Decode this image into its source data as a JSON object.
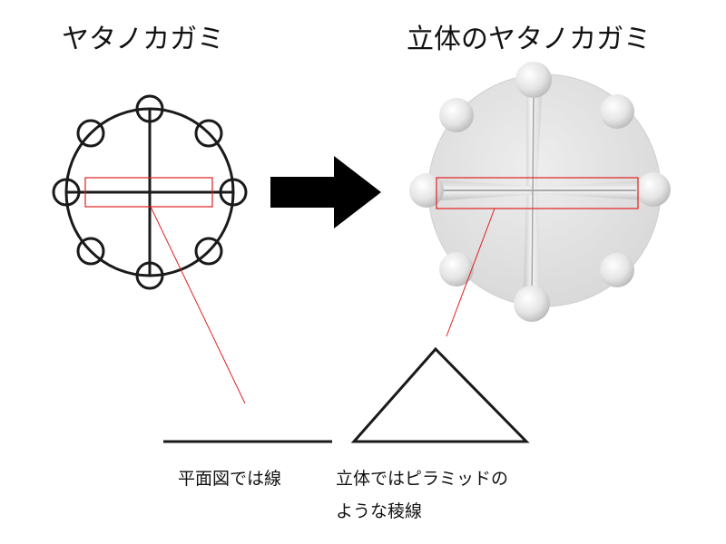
{
  "titles": {
    "left": "ヤタノカガミ",
    "right": "立体のヤタノカガミ"
  },
  "captions": {
    "plan": "平面図では線",
    "solid_line1": "立体ではピラミッドの",
    "solid_line2": "ような稜線"
  },
  "colors": {
    "ink": "#1a1a1a",
    "highlight": "#e02020",
    "model": "#e2e2e2",
    "arrow": "#000000"
  }
}
